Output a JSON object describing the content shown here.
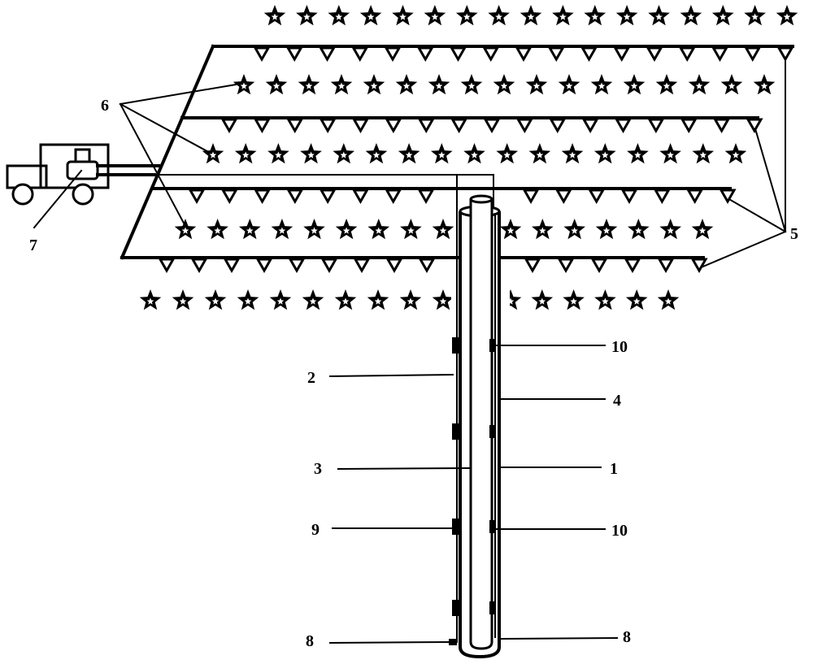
{
  "colors": {
    "ink": "#000000",
    "background": "#ffffff"
  },
  "labels": {
    "casing": "1",
    "outer_line": "2",
    "inner_line": "3",
    "tube": "4",
    "drip_lines": "5",
    "plants": "6",
    "truck_unit": "7",
    "bottom_left": "8",
    "bottom_right": "8",
    "packer_left": "9",
    "sensor_upper": "10",
    "sensor_lower": "10"
  }
}
